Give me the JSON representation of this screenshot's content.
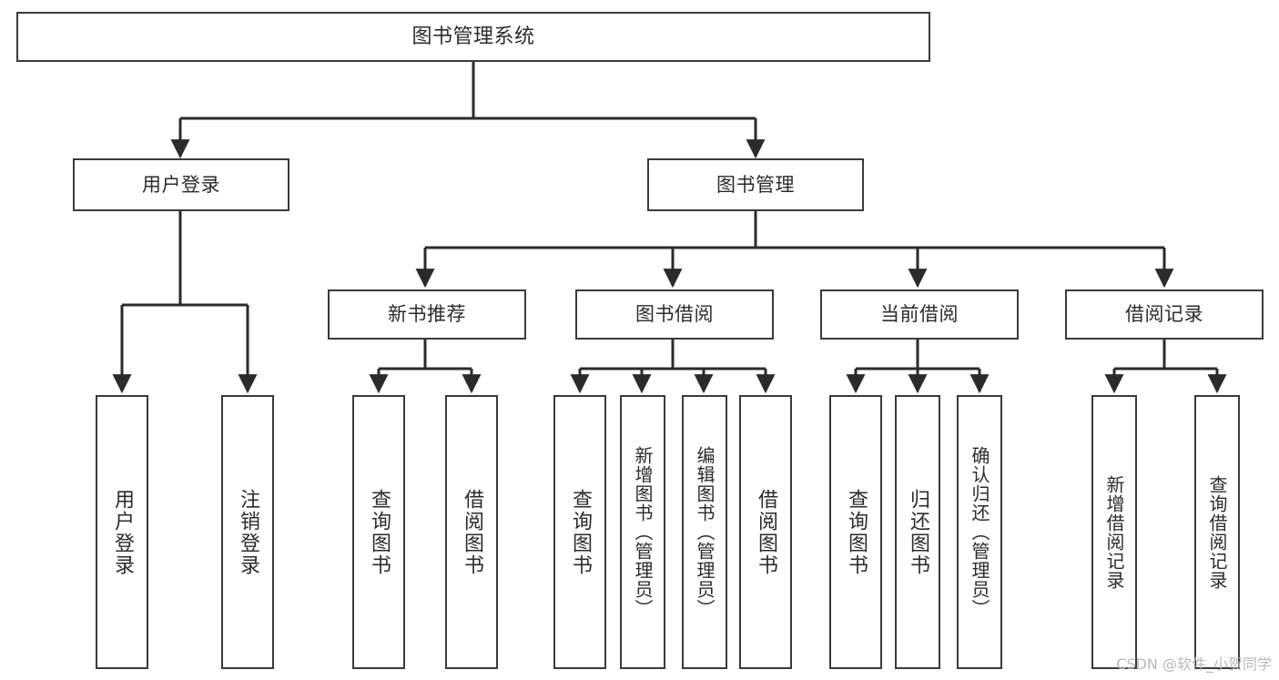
{
  "diagram": {
    "type": "tree",
    "title_text": "图书管理系统",
    "watermark": "CSDN @软件_小贺同学",
    "colors": {
      "background": "#ffffff",
      "box_border": "#3a3a3a",
      "box_fill": "#ffffff",
      "text": "#2b2b2b",
      "connector": "#2b2b2b",
      "watermark": "#b9b9b9"
    },
    "levels": {
      "root": "图书管理系统",
      "level1": [
        "用户登录",
        "图书管理"
      ],
      "level2": [
        "新书推荐",
        "图书借阅",
        "当前借阅",
        "借阅记录"
      ],
      "leaves": [
        "用户登录",
        "注销登录",
        "查询图书",
        "借阅图书",
        "查询图书",
        "新增图书（管理员）",
        "编辑图书（管理员）",
        "借阅图书",
        "查询图书",
        "归还图书",
        "确认归还（管理员）",
        "新增借阅记录",
        "查询借阅记录"
      ]
    },
    "nodes": {
      "root": {
        "label": "图书管理系统"
      },
      "user_login": {
        "label": "用户登录"
      },
      "book_manage": {
        "label": "图书管理"
      },
      "new_book_rec": {
        "label": "新书推荐"
      },
      "book_borrow": {
        "label": "图书借阅"
      },
      "current_borrow": {
        "label": "当前借阅"
      },
      "borrow_record": {
        "label": "借阅记录"
      },
      "leaf_user_login": {
        "label": "用户登录"
      },
      "leaf_logout": {
        "label": "注销登录"
      },
      "leaf_query_book_a": {
        "label": "查询图书"
      },
      "leaf_borrow_book_a": {
        "label": "借阅图书"
      },
      "leaf_query_book_b": {
        "label": "查询图书"
      },
      "leaf_add_book": {
        "label": "新增图书（管理员）"
      },
      "leaf_edit_book": {
        "label": "编辑图书（管理员）"
      },
      "leaf_borrow_book_b": {
        "label": "借阅图书"
      },
      "leaf_query_book_c": {
        "label": "查询图书"
      },
      "leaf_return_book": {
        "label": "归还图书"
      },
      "leaf_confirm_return": {
        "label": "确认归还（管理员）"
      },
      "leaf_add_record": {
        "label": "新增借阅记录"
      },
      "leaf_query_record": {
        "label": "查询借阅记录"
      }
    },
    "edges": [
      {
        "from": "root",
        "to": "user_login"
      },
      {
        "from": "root",
        "to": "book_manage"
      },
      {
        "from": "user_login",
        "to": "leaf_user_login"
      },
      {
        "from": "user_login",
        "to": "leaf_logout"
      },
      {
        "from": "book_manage",
        "to": "new_book_rec"
      },
      {
        "from": "book_manage",
        "to": "book_borrow"
      },
      {
        "from": "book_manage",
        "to": "current_borrow"
      },
      {
        "from": "book_manage",
        "to": "borrow_record"
      },
      {
        "from": "new_book_rec",
        "to": "leaf_query_book_a"
      },
      {
        "from": "new_book_rec",
        "to": "leaf_borrow_book_a"
      },
      {
        "from": "book_borrow",
        "to": "leaf_query_book_b"
      },
      {
        "from": "book_borrow",
        "to": "leaf_add_book"
      },
      {
        "from": "book_borrow",
        "to": "leaf_edit_book"
      },
      {
        "from": "book_borrow",
        "to": "leaf_borrow_book_b"
      },
      {
        "from": "current_borrow",
        "to": "leaf_query_book_c"
      },
      {
        "from": "current_borrow",
        "to": "leaf_return_book"
      },
      {
        "from": "current_borrow",
        "to": "leaf_confirm_return"
      },
      {
        "from": "borrow_record",
        "to": "leaf_add_record"
      },
      {
        "from": "borrow_record",
        "to": "leaf_query_record"
      }
    ]
  }
}
